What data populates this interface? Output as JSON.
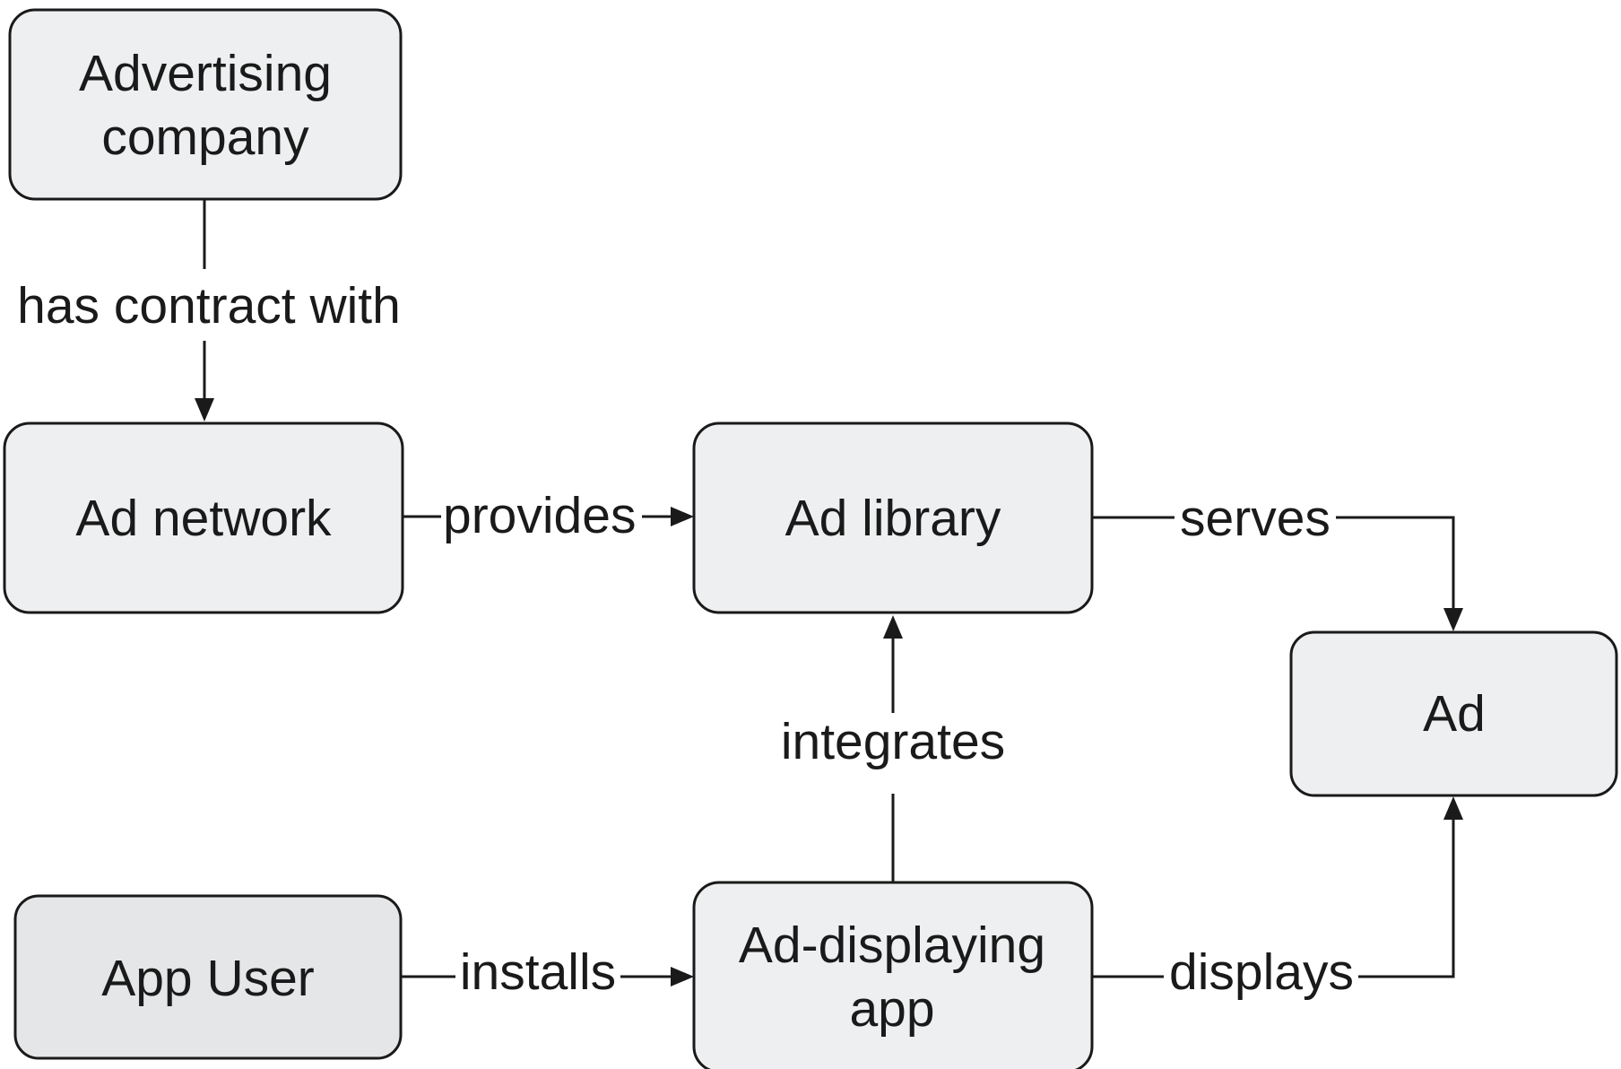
{
  "nodes": {
    "advertising_company": {
      "line1": "Advertising",
      "line2": "company"
    },
    "ad_network": {
      "label": "Ad network"
    },
    "ad_library": {
      "label": "Ad library"
    },
    "ad": {
      "label": "Ad"
    },
    "app_user": {
      "label": "App User"
    },
    "ad_displaying_app": {
      "line1": "Ad-displaying",
      "line2": "app"
    }
  },
  "edges": {
    "has_contract_with": "has contract with",
    "provides": "provides",
    "serves": "serves",
    "integrates": "integrates",
    "installs": "installs",
    "displays": "displays"
  }
}
